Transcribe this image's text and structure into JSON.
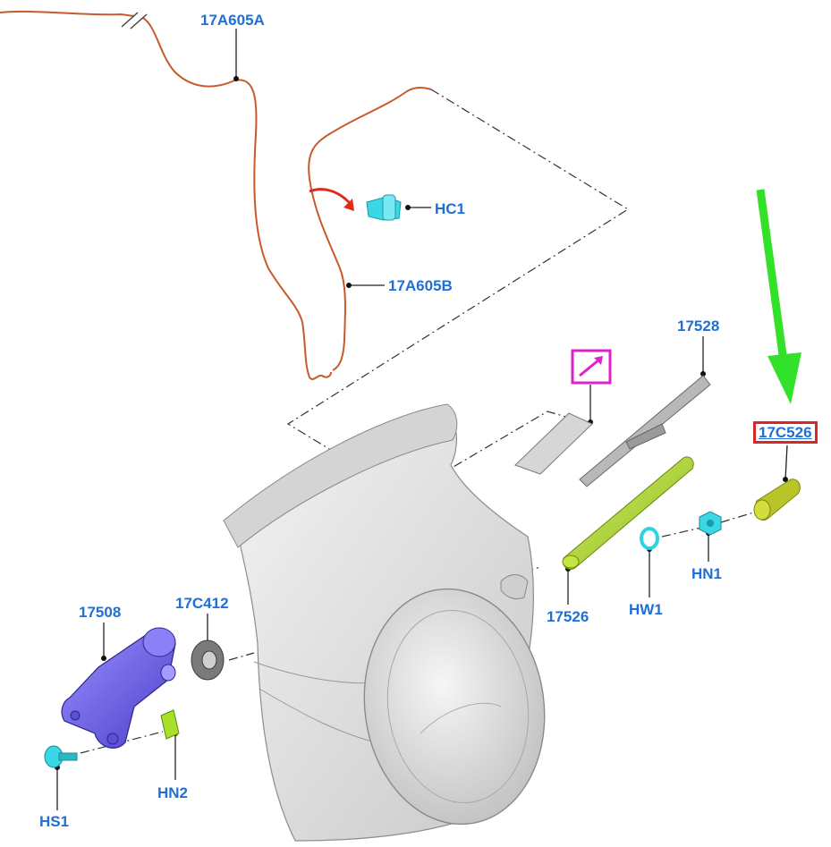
{
  "diagram": {
    "labels": {
      "harness_a": "17A605A",
      "harness_b": "17A605B",
      "clip_hc1": "HC1",
      "pivot_shaft": "17528",
      "wiper_arm": "17526",
      "washer_hw1": "HW1",
      "nut_hn1": "HN1",
      "cap": "17C526",
      "motor": "17508",
      "grommet": "17C412",
      "nut_hn2": "HN2",
      "screw_hs1": "HS1"
    },
    "callouts": {
      "highlighted_part": "17C526"
    },
    "colors": {
      "label_text": "#1f6fd6",
      "harness_wire": "#c95a2c",
      "highlight_box": "#d8262a",
      "indicator_arrow": "#33e02a",
      "routing_arrow": "#e02a1a",
      "magenta_marker": "#e020c8",
      "motor": "#6b5fe8",
      "wiper_arm": "#a8d82a",
      "cap": "#b8c428",
      "fastener": "#2ad4e0",
      "tailgate": "#e4e4e4"
    }
  }
}
